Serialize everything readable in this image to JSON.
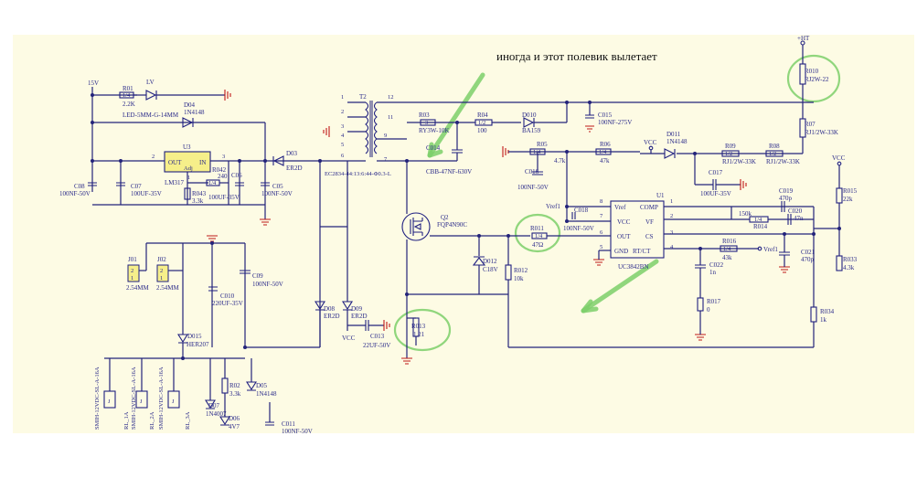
{
  "annotation": "иногда и этот полевик вылетает",
  "nets": {
    "v15": "15V",
    "hv": "+HT",
    "vcc1": "VCC",
    "vcc2": "VCC",
    "vcc3": "VCC",
    "vref1": "Vref1",
    "vref2": "Vref1"
  },
  "resistors": {
    "r01": {
      "ref": "R01",
      "val": "2.2K"
    },
    "r04": {
      "ref": "R04",
      "val": "100"
    },
    "r03": {
      "ref": "R03",
      "val": "RY3W-10K"
    },
    "r05": {
      "ref": "R05",
      "val": "4.7k"
    },
    "r06": {
      "ref": "R06",
      "val": "47k"
    },
    "r09": {
      "ref": "R09",
      "val": "RJ1/2W-33K"
    },
    "r08": {
      "ref": "R08",
      "val": "RJ1/2W-33K"
    },
    "r010": {
      "ref": "R010",
      "val": "RJ2W-22"
    },
    "r07": {
      "ref": "R07",
      "val": "RJ1/2W-33K"
    },
    "r042": {
      "ref": "R042",
      "val": "240"
    },
    "r043": {
      "ref": "R043",
      "val": "3.3k"
    },
    "r011": {
      "ref": "R011",
      "val": "47Ω"
    },
    "r012": {
      "ref": "R012",
      "val": "10k"
    },
    "r013": {
      "ref": "R013",
      "val": "1.21"
    },
    "r014": {
      "ref": "R014",
      "val": "150k"
    },
    "r015": {
      "ref": "R015",
      "val": "22k"
    },
    "r016": {
      "ref": "R016",
      "val": "43k"
    },
    "r017": {
      "ref": "R017",
      "val": "0"
    },
    "r033": {
      "ref": "R033",
      "val": "4.3k"
    },
    "r034": {
      "ref": "R034",
      "val": "1k"
    },
    "r02": {
      "ref": "R02",
      "val": "3.3k"
    }
  },
  "capacitors": {
    "c08": {
      "ref": "C08",
      "val": "100NF-50V"
    },
    "c07": {
      "ref": "C07",
      "val": "100UF-35V"
    },
    "c06": {
      "ref": "C06",
      "val": "100UF-35V"
    },
    "c05": {
      "ref": "C05",
      "val": "100NF-50V"
    },
    "c014": {
      "ref": "C014",
      "val": "CBB-47NF-630V"
    },
    "c015": {
      "ref": "C015",
      "val": "100NF-275V"
    },
    "c016": {
      "ref": "C016",
      "val": "100NF-50V"
    },
    "c017": {
      "ref": "C017",
      "val": "100UF-35V"
    },
    "c018": {
      "ref": "C018",
      "val": "100NF-50V"
    },
    "c019": {
      "ref": "C019",
      "val": "470p"
    },
    "c020": {
      "ref": "C020",
      "val": "47n"
    },
    "c021": {
      "ref": "C021",
      "val": "470p"
    },
    "c022": {
      "ref": "C022",
      "val": "1n"
    },
    "c09": {
      "ref": "C09",
      "val": "100NF-50V"
    },
    "c010": {
      "ref": "C010",
      "val": "220UF-35V"
    },
    "c011": {
      "ref": "C011",
      "val": "100NF-50V"
    },
    "c013": {
      "ref": "C013",
      "val": "22UF-50V"
    }
  },
  "diodes": {
    "lv": {
      "ref": "LV",
      "val": "LED-5MM-G-14MM"
    },
    "d04": {
      "ref": "D04",
      "val": "1N4148"
    },
    "d03": {
      "ref": "D03",
      "val": "ER2D"
    },
    "d010": {
      "ref": "D010",
      "val": "BA159"
    },
    "d011": {
      "ref": "D011",
      "val": "1N4148"
    },
    "d012": {
      "ref": "D012",
      "val": "C18V"
    },
    "d08": {
      "ref": "D08",
      "val": "ER2D"
    },
    "d09": {
      "ref": "D09",
      "val": "ER2D"
    },
    "d015": {
      "ref": "D015",
      "val": "HER207"
    },
    "d07": {
      "ref": "D07",
      "val": "1N4007"
    },
    "d05": {
      "ref": "D05",
      "val": "1N4148"
    },
    "d06": {
      "ref": "D06",
      "val": "4V7"
    }
  },
  "u3": {
    "ref": "U3",
    "part": "LM317",
    "out": "OUT",
    "in": "IN",
    "adj": "Adj",
    "p1": "1",
    "p2": "2",
    "p3": "3"
  },
  "u1": {
    "ref": "U1",
    "part": "UC3842BN",
    "pins": {
      "vref": "Vref",
      "comp": "COMP",
      "vcc": "VCC",
      "vf": "VF",
      "out": "OUT",
      "cs": "CS",
      "gnd": "GND",
      "rtct": "RT/CT",
      "n8": "8",
      "n1": "1",
      "n7": "7",
      "n2": "2",
      "n6": "6",
      "n3": "3",
      "n5": "5",
      "n4": "4"
    }
  },
  "q2": {
    "ref": "Q2",
    "part": "FQP4N90C"
  },
  "t2": {
    "ref": "T2",
    "part": "EC2834-44:13:6:44-Φ0.3-L",
    "pins": [
      "1",
      "2",
      "3",
      "4",
      "5",
      "6",
      "9",
      "7",
      "12",
      "11"
    ]
  },
  "connectors": {
    "j01": {
      "ref": "J01",
      "val": "2.54MM",
      "p2": "2",
      "p1": "1"
    },
    "j02": {
      "ref": "J02",
      "val": "2.54MM",
      "p2": "2",
      "p1": "1"
    }
  },
  "relays": [
    {
      "ref": "RL_1A",
      "part": "SMIH-12VDC-SL-A-16A",
      "sym": "J"
    },
    {
      "ref": "RL_2A",
      "part": "SMIH-12VDC-SL-A-16A",
      "sym": "J"
    },
    {
      "ref": "RL_3A",
      "part": "SMIH-12VDC-SL-A-16A",
      "sym": "J"
    }
  ],
  "relay_coil_sym": "J",
  "colors": {
    "wire": "#23237a",
    "sheet": "#fdfbe4",
    "highlight": "#7ccf6a",
    "ground": "#c01818"
  }
}
